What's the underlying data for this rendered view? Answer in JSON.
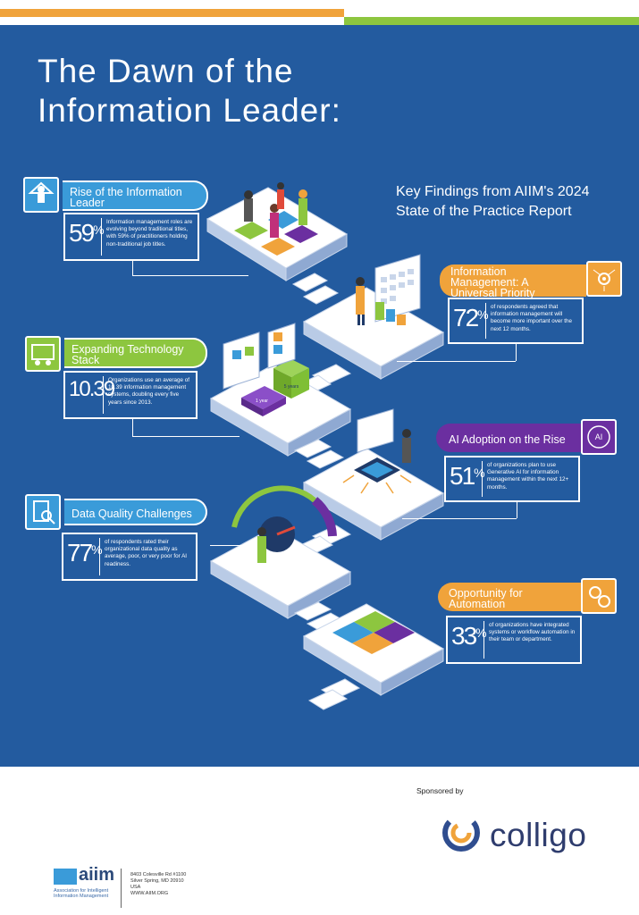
{
  "title_lines": [
    "The Dawn of the",
    "Information Leader:"
  ],
  "subtitle_lines": [
    "Key Findings from AIIM's 2024",
    "State of the Practice Report"
  ],
  "colors": {
    "background_blue": "#235b9f",
    "accent_blue": "#3a9bd9",
    "accent_green": "#8dc63f",
    "accent_orange": "#f0a33b",
    "accent_purple": "#6b2fa0"
  },
  "findings": [
    {
      "heading": "Rise of the Information Leader",
      "stat": "59",
      "stat_suffix": "%",
      "text": "Information management roles are evolving beyond traditional titles, with 59% of practitioners holding non-traditional job titles.",
      "icon": "person-rising-icon"
    },
    {
      "heading": "Information Management: A Universal Priority",
      "stat": "72",
      "stat_suffix": "%",
      "text": "of respondents agreed that information management will become more important over the next 12 months.",
      "icon": "network-settings-icon"
    },
    {
      "heading": "Expanding Technology Stack",
      "stat": "10.39",
      "stat_suffix": "",
      "text": "Organizations use an average of 10.39 information management systems, doubling every five years since 2013.",
      "icon": "tech-stack-icon"
    },
    {
      "heading": "AI Adoption on the Rise",
      "stat": "51",
      "stat_suffix": "%",
      "text": "of organizations plan to use Generative AI for information management within the next 12+ months.",
      "icon": "ai-generate-icon",
      "icon_label": "AI"
    },
    {
      "heading": "Data Quality Challenges",
      "stat": "77",
      "stat_suffix": "%",
      "text": "of respondents rated their organizational data quality as average, poor, or very poor for AI readiness.",
      "icon": "document-magnifier-icon"
    },
    {
      "heading": "Opportunity for Automation",
      "stat": "33",
      "stat_suffix": "%",
      "text": "of organizations have integrated systems or workflow automation in their team or department.",
      "icon": "automation-gears-icon"
    }
  ],
  "illustration_labels": {
    "tech_years_1": "5 years",
    "tech_years_2": "1 year"
  },
  "footer": {
    "sponsored_by": "Sponsored by",
    "sponsor_name": "colligo",
    "aiim_name": "aiim",
    "aiim_tagline": "Association for Intelligent Information Management",
    "address_lines": [
      "8403 Colesville Rd #1100",
      "Silver Spring, MD 20910",
      "USA",
      "WWW.AIIM.ORG"
    ]
  }
}
